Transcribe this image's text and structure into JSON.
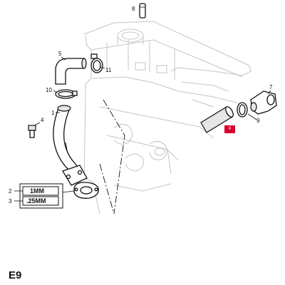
{
  "page_code": "E9",
  "callouts": {
    "c1": "1",
    "c2": "2",
    "c3": "3",
    "c4": "4",
    "c5": "5",
    "c6": "6",
    "c7": "7",
    "c8": "8",
    "c9": "9",
    "c10": "10",
    "c11": "11"
  },
  "gasket_specs": {
    "thickness_1": "1MM",
    "thickness_2": ".25MM"
  },
  "highlight_color": "#d9002f"
}
